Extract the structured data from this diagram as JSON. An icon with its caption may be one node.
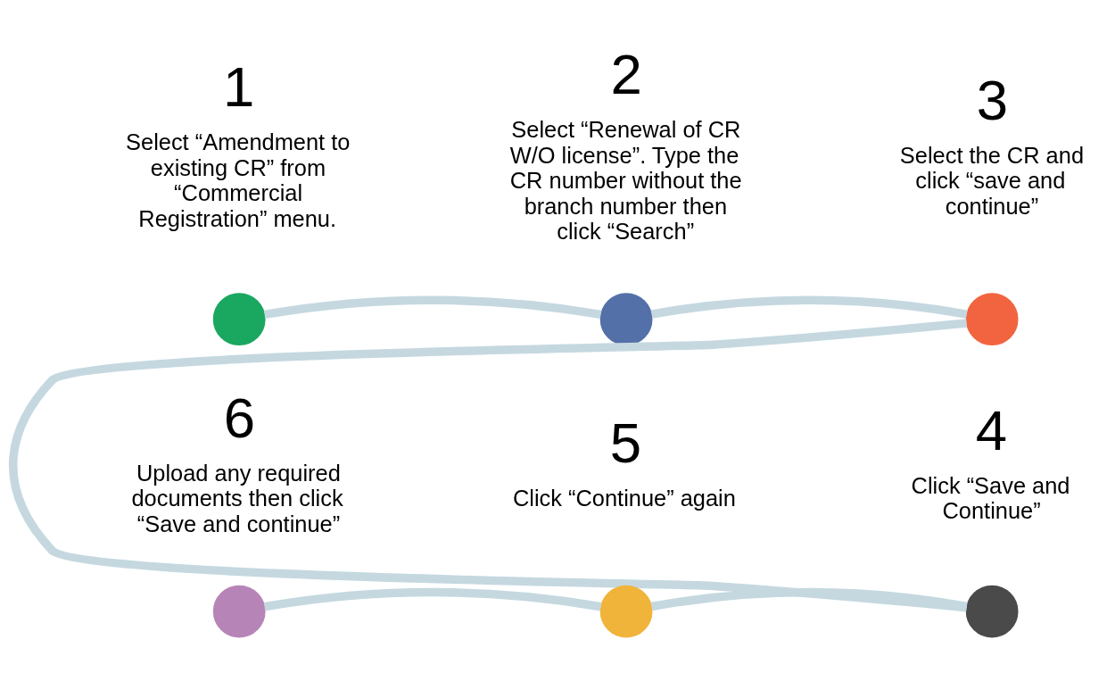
{
  "diagram": {
    "nodes": [
      {
        "text": [],
        "shape": "circle",
        "beside": [
          "1",
          "Select “Amendment to existing CR” from “Commercial Registration” menu."
        ]
      },
      {
        "text": [],
        "shape": "circle",
        "beside": [
          "2",
          "Select “Renewal of CR W/O license”. Type the CR number without the branch number then click “Search”"
        ]
      },
      {
        "text": [],
        "shape": "circle",
        "beside": [
          "3",
          "Select the CR and click “save and continue”"
        ]
      },
      {
        "text": [],
        "shape": "circle",
        "beside": [
          "4",
          "Click “Save and Continue”"
        ]
      },
      {
        "text": [],
        "shape": "circle",
        "beside": [
          "5",
          "Click “Continue” again"
        ]
      },
      {
        "text": [],
        "shape": "circle",
        "beside": [
          "6",
          "Upload any required documents then click “Save and continue”"
        ]
      }
    ],
    "edges": [
      {
        "from": 0,
        "to": 1,
        "arrow": "none"
      },
      {
        "from": 1,
        "to": 2,
        "arrow": "none"
      },
      {
        "from": 2,
        "to": 3,
        "arrow": "none"
      },
      {
        "from": 3,
        "to": 4,
        "arrow": "none"
      },
      {
        "from": 4,
        "to": 5,
        "arrow": "none"
      }
    ]
  }
}
